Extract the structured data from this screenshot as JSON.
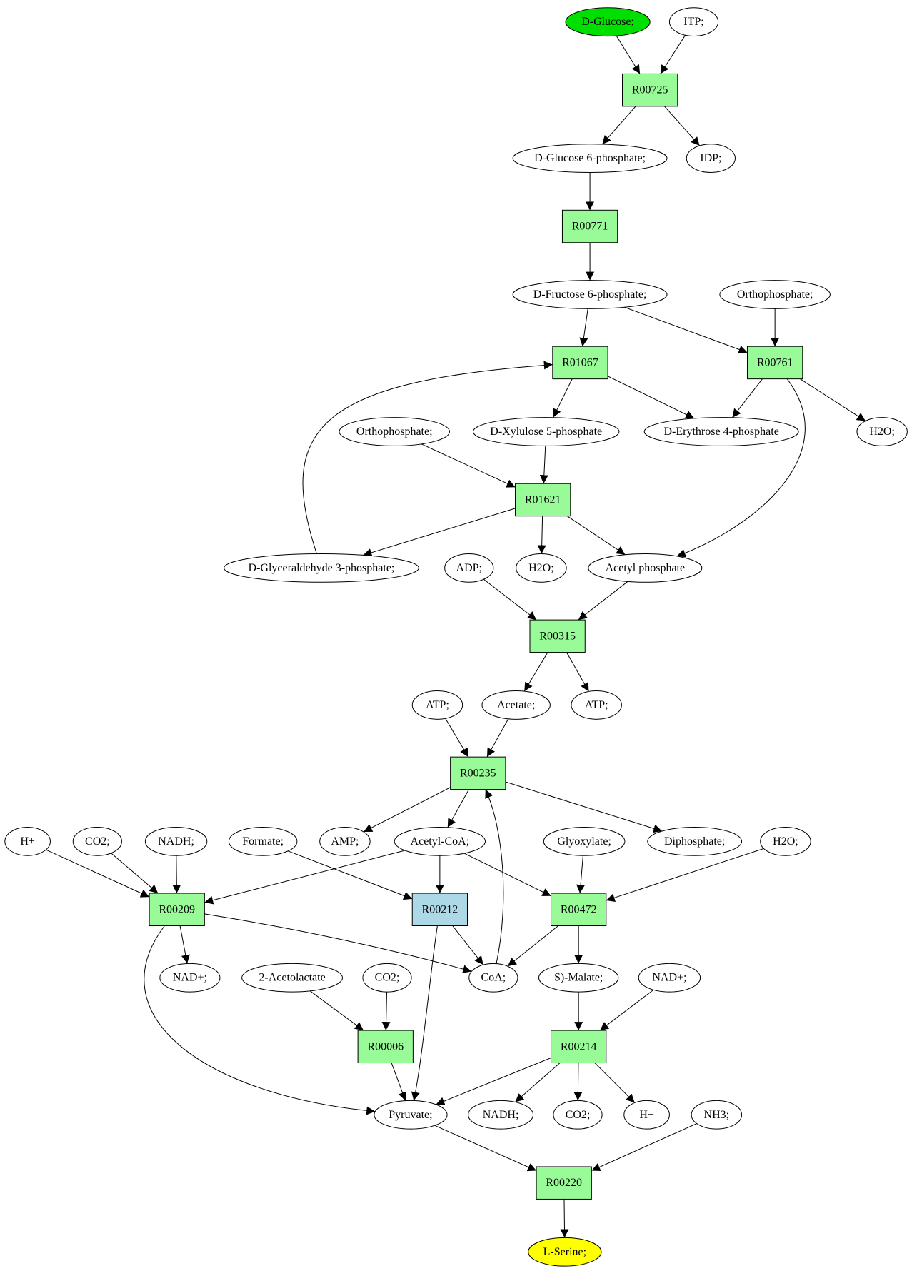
{
  "colors": {
    "reaction": "#98fb98",
    "reaction_highlight": "#add8e6",
    "source": "#00e000",
    "target": "#ffff00",
    "metabolite": "#ffffff"
  },
  "nodes": [
    {
      "id": "glucose",
      "label": "D-Glucose;",
      "kind": "source"
    },
    {
      "id": "itp",
      "label": "ITP;",
      "kind": "metabolite"
    },
    {
      "id": "r00725",
      "label": "R00725",
      "kind": "reaction"
    },
    {
      "id": "g6p",
      "label": "D-Glucose 6-phosphate;",
      "kind": "metabolite"
    },
    {
      "id": "idp",
      "label": "IDP;",
      "kind": "metabolite"
    },
    {
      "id": "r00771",
      "label": "R00771",
      "kind": "reaction"
    },
    {
      "id": "f6p",
      "label": "D-Fructose 6-phosphate;",
      "kind": "metabolite"
    },
    {
      "id": "orthoA",
      "label": "Orthophosphate;",
      "kind": "metabolite"
    },
    {
      "id": "r01067",
      "label": "R01067",
      "kind": "reaction"
    },
    {
      "id": "r00761",
      "label": "R00761",
      "kind": "reaction"
    },
    {
      "id": "orthoB",
      "label": "Orthophosphate;",
      "kind": "metabolite"
    },
    {
      "id": "x5p",
      "label": "D-Xylulose 5-phosphate",
      "kind": "metabolite"
    },
    {
      "id": "e4p",
      "label": "D-Erythrose 4-phosphate",
      "kind": "metabolite"
    },
    {
      "id": "h2oA",
      "label": "H2O;",
      "kind": "metabolite"
    },
    {
      "id": "r01621",
      "label": "R01621",
      "kind": "reaction"
    },
    {
      "id": "g3p",
      "label": "D-Glyceraldehyde 3-phosphate;",
      "kind": "metabolite"
    },
    {
      "id": "adp",
      "label": "ADP;",
      "kind": "metabolite"
    },
    {
      "id": "h2oB",
      "label": "H2O;",
      "kind": "metabolite"
    },
    {
      "id": "acp",
      "label": "Acetyl phosphate",
      "kind": "metabolite"
    },
    {
      "id": "r00315",
      "label": "R00315",
      "kind": "reaction"
    },
    {
      "id": "atpA",
      "label": "ATP;",
      "kind": "metabolite"
    },
    {
      "id": "acetate",
      "label": "Acetate;",
      "kind": "metabolite"
    },
    {
      "id": "atpB",
      "label": "ATP;",
      "kind": "metabolite"
    },
    {
      "id": "r00235",
      "label": "R00235",
      "kind": "reaction"
    },
    {
      "id": "hplusA",
      "label": "H+",
      "kind": "metabolite"
    },
    {
      "id": "co2A",
      "label": "CO2;",
      "kind": "metabolite"
    },
    {
      "id": "nadhA",
      "label": "NADH;",
      "kind": "metabolite"
    },
    {
      "id": "formate",
      "label": "Formate;",
      "kind": "metabolite"
    },
    {
      "id": "amp",
      "label": "AMP;",
      "kind": "metabolite"
    },
    {
      "id": "accoa",
      "label": "Acetyl-CoA;",
      "kind": "metabolite"
    },
    {
      "id": "glyoxylate",
      "label": "Glyoxylate;",
      "kind": "metabolite"
    },
    {
      "id": "diphosphate",
      "label": "Diphosphate;",
      "kind": "metabolite"
    },
    {
      "id": "h2oC",
      "label": "H2O;",
      "kind": "metabolite"
    },
    {
      "id": "r00209",
      "label": "R00209",
      "kind": "reaction"
    },
    {
      "id": "r00212",
      "label": "R00212",
      "kind": "reaction_highlight"
    },
    {
      "id": "r00472",
      "label": "R00472",
      "kind": "reaction"
    },
    {
      "id": "nadplusA",
      "label": "NAD+;",
      "kind": "metabolite"
    },
    {
      "id": "acetolactate",
      "label": "2-Acetolactate",
      "kind": "metabolite"
    },
    {
      "id": "co2B",
      "label": "CO2;",
      "kind": "metabolite"
    },
    {
      "id": "coa",
      "label": "CoA;",
      "kind": "metabolite"
    },
    {
      "id": "malate",
      "label": "S)-Malate;",
      "kind": "metabolite"
    },
    {
      "id": "nadplusB",
      "label": "NAD+;",
      "kind": "metabolite"
    },
    {
      "id": "r00006",
      "label": "R00006",
      "kind": "reaction"
    },
    {
      "id": "r00214",
      "label": "R00214",
      "kind": "reaction"
    },
    {
      "id": "pyruvate",
      "label": "Pyruvate;",
      "kind": "metabolite"
    },
    {
      "id": "nadhB",
      "label": "NADH;",
      "kind": "metabolite"
    },
    {
      "id": "co2C",
      "label": "CO2;",
      "kind": "metabolite"
    },
    {
      "id": "hplusB",
      "label": "H+",
      "kind": "metabolite"
    },
    {
      "id": "nh3",
      "label": "NH3;",
      "kind": "metabolite"
    },
    {
      "id": "r00220",
      "label": "R00220",
      "kind": "reaction"
    },
    {
      "id": "serine",
      "label": "L-Serine;",
      "kind": "target"
    }
  ],
  "edges": [
    [
      "glucose",
      "r00725"
    ],
    [
      "itp",
      "r00725"
    ],
    [
      "r00725",
      "g6p"
    ],
    [
      "r00725",
      "idp"
    ],
    [
      "g6p",
      "r00771"
    ],
    [
      "r00771",
      "f6p"
    ],
    [
      "f6p",
      "r01067"
    ],
    [
      "f6p",
      "r00761"
    ],
    [
      "orthoA",
      "r00761"
    ],
    [
      "r01067",
      "x5p"
    ],
    [
      "r01067",
      "e4p"
    ],
    [
      "r00761",
      "e4p"
    ],
    [
      "r00761",
      "h2oA"
    ],
    [
      "r00761",
      "acp"
    ],
    [
      "orthoB",
      "r01621"
    ],
    [
      "x5p",
      "r01621"
    ],
    [
      "r01621",
      "g3p"
    ],
    [
      "r01621",
      "h2oB"
    ],
    [
      "r01621",
      "acp"
    ],
    [
      "g3p",
      "r01067"
    ],
    [
      "adp",
      "r00315"
    ],
    [
      "acp",
      "r00315"
    ],
    [
      "r00315",
      "acetate"
    ],
    [
      "r00315",
      "atpB"
    ],
    [
      "atpA",
      "r00235"
    ],
    [
      "acetate",
      "r00235"
    ],
    [
      "r00235",
      "amp"
    ],
    [
      "r00235",
      "accoa"
    ],
    [
      "r00235",
      "diphosphate"
    ],
    [
      "coa",
      "r00235"
    ],
    [
      "hplusA",
      "r00209"
    ],
    [
      "co2A",
      "r00209"
    ],
    [
      "nadhA",
      "r00209"
    ],
    [
      "accoa",
      "r00209"
    ],
    [
      "formate",
      "r00212"
    ],
    [
      "accoa",
      "r00212"
    ],
    [
      "accoa",
      "r00472"
    ],
    [
      "glyoxylate",
      "r00472"
    ],
    [
      "h2oC",
      "r00472"
    ],
    [
      "r00209",
      "nadplusA"
    ],
    [
      "r00209",
      "coa"
    ],
    [
      "r00209",
      "pyruvate"
    ],
    [
      "r00212",
      "coa"
    ],
    [
      "r00212",
      "pyruvate"
    ],
    [
      "r00472",
      "coa"
    ],
    [
      "r00472",
      "malate"
    ],
    [
      "acetolactate",
      "r00006"
    ],
    [
      "co2B",
      "r00006"
    ],
    [
      "r00006",
      "pyruvate"
    ],
    [
      "malate",
      "r00214"
    ],
    [
      "nadplusB",
      "r00214"
    ],
    [
      "r00214",
      "pyruvate"
    ],
    [
      "r00214",
      "nadhB"
    ],
    [
      "r00214",
      "co2C"
    ],
    [
      "r00214",
      "hplusB"
    ],
    [
      "pyruvate",
      "r00220"
    ],
    [
      "nh3",
      "r00220"
    ],
    [
      "r00220",
      "serine"
    ]
  ]
}
